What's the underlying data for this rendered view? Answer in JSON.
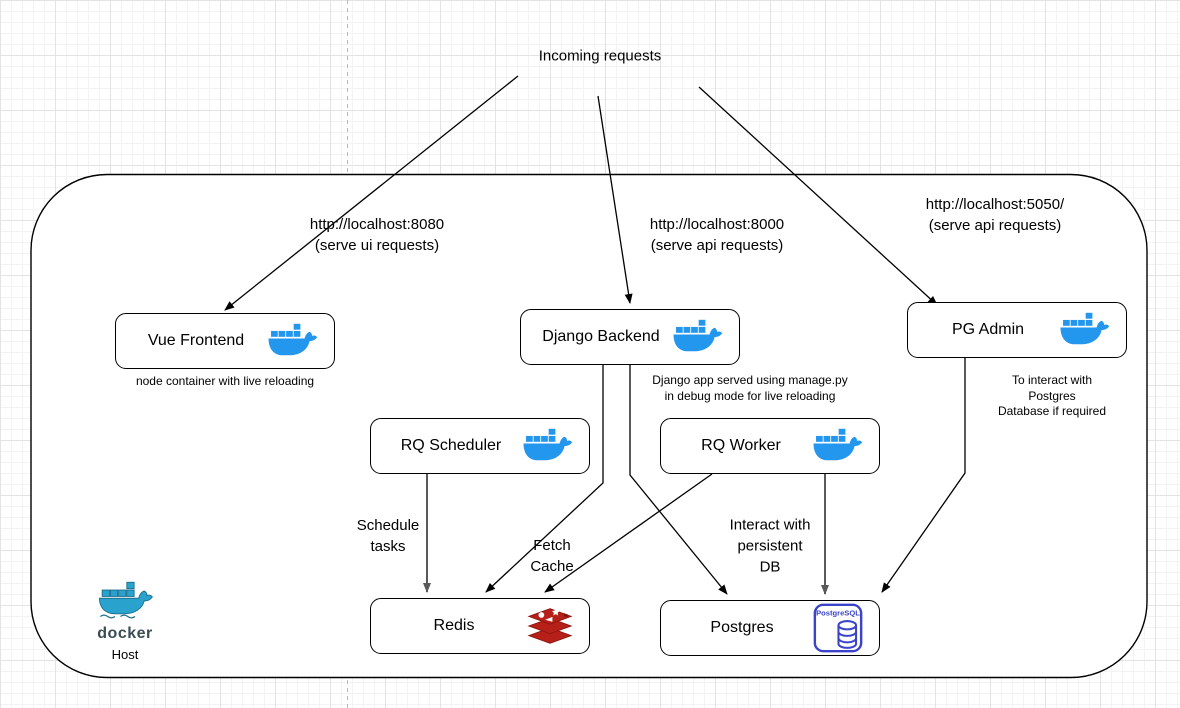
{
  "labels": {
    "incoming": "Incoming requests",
    "vue_url": "http://localhost:8080\n(serve ui requests)",
    "django_url": "http://localhost:8000\n(serve api requests)",
    "pgadmin_url": "http://localhost:5050/\n(serve api requests)",
    "schedule_tasks": "Schedule\ntasks",
    "fetch_cache": "Fetch\nCache",
    "interact_db": "Interact with\npersistent\nDB",
    "host": "Host",
    "docker_wordmark": "docker"
  },
  "nodes": {
    "vue": {
      "label": "Vue Frontend",
      "caption": "node container with live reloading"
    },
    "django": {
      "label": "Django Backend",
      "caption": "Django app served using manage.py\nin debug mode for live reloading"
    },
    "pgadmin": {
      "label": "PG Admin",
      "caption": "To interact with Postgres\nDatabase if required"
    },
    "rq_scheduler": {
      "label": "RQ Scheduler"
    },
    "rq_worker": {
      "label": "RQ Worker"
    },
    "redis": {
      "label": "Redis"
    },
    "postgres": {
      "label": "Postgres"
    }
  },
  "icons": {
    "docker_whale": "docker-whale-icon",
    "docker_logo": "docker-logo",
    "redis": "redis-icon",
    "postgresql": "postgresql-icon",
    "postgresql_badge": "PostgreSQL"
  },
  "colors": {
    "docker_blue": "#2396ED",
    "docker_logo_teal": "#29A3CE",
    "docker_text": "#394D54",
    "redis_red": "#B62018",
    "redis_dark": "#911710",
    "postgres_blue": "#3B44C8",
    "edge_black": "#000000",
    "edge_gray": "#595959",
    "grid_minor": "#F3F3F3",
    "grid_major": "#E3E3E3"
  }
}
